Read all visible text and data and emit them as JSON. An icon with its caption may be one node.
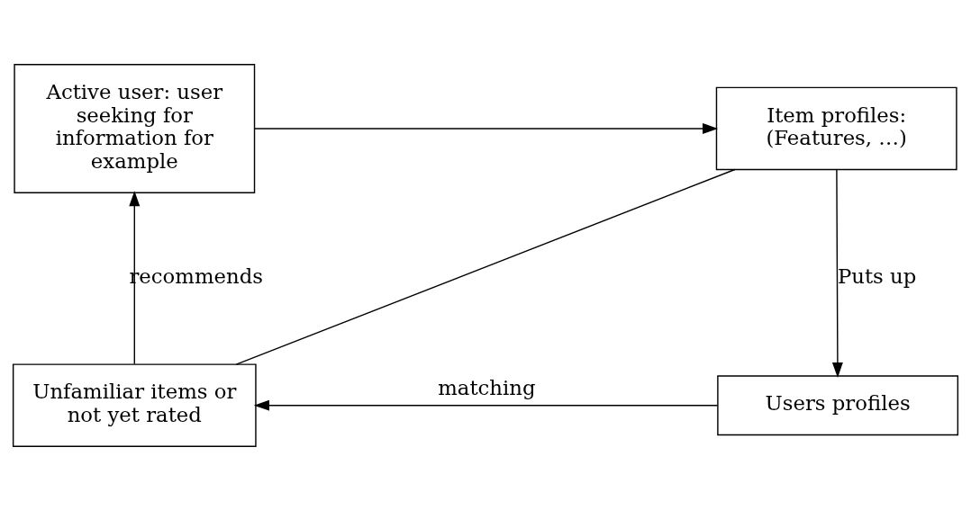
{
  "diagram": {
    "nodes": [
      {
        "text": [
          "Active user: user seeking for information for example"
        ]
      },
      {
        "text": [
          "Item profiles: (Features, …)"
        ]
      },
      {
        "text": [
          "Unfamiliar items or not yet rated"
        ]
      },
      {
        "text": [
          "Users profiles"
        ]
      }
    ],
    "edges": [
      {
        "from": 0,
        "to": 1,
        "arrow": "to"
      },
      {
        "from": 1,
        "to": 3,
        "arrow": "to",
        "label": "Puts up"
      },
      {
        "from": 3,
        "to": 2,
        "arrow": "to",
        "label": "matching"
      },
      {
        "from": 1,
        "to": 2,
        "arrow": "none"
      },
      {
        "from": 2,
        "to": 0,
        "arrow": "to",
        "label": "recommends"
      }
    ]
  }
}
